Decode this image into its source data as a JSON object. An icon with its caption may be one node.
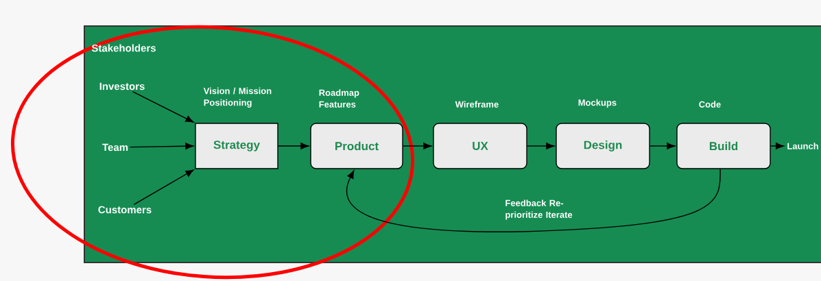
{
  "diagram": {
    "nodes": [
      {
        "text": [
          "Investors"
        ]
      },
      {
        "text": [
          "Team"
        ]
      },
      {
        "text": [
          "Customers"
        ]
      },
      {
        "text": [
          "Strategy"
        ],
        "beside": [
          "Vision / Mission Positioning"
        ]
      },
      {
        "text": [
          "Product"
        ],
        "beside": [
          "Roadmap Features"
        ]
      },
      {
        "text": [
          "UX"
        ],
        "beside": [
          "Wireframe"
        ]
      },
      {
        "text": [
          "Design"
        ],
        "beside": [
          "Mockups"
        ]
      },
      {
        "text": [
          "Build"
        ],
        "beside": [
          "Code"
        ]
      },
      {
        "text": [
          "Launch"
        ]
      }
    ],
    "edges": [
      {
        "from": 0,
        "to": 3,
        "arrow": "to"
      },
      {
        "from": 1,
        "to": 3,
        "arrow": "to"
      },
      {
        "from": 2,
        "to": 3,
        "arrow": "to"
      },
      {
        "from": 3,
        "to": 4,
        "arrow": "to"
      },
      {
        "from": 4,
        "to": 5,
        "arrow": "to"
      },
      {
        "from": 5,
        "to": 6,
        "arrow": "to"
      },
      {
        "from": 6,
        "to": 7,
        "arrow": "to"
      },
      {
        "from": 7,
        "to": 8,
        "arrow": "to"
      },
      {
        "from": 7,
        "to": 4,
        "arrow": "to",
        "label": "Feedback Re-prioritize Iterate"
      }
    ],
    "labels": [
      "Stakeholders"
    ]
  }
}
